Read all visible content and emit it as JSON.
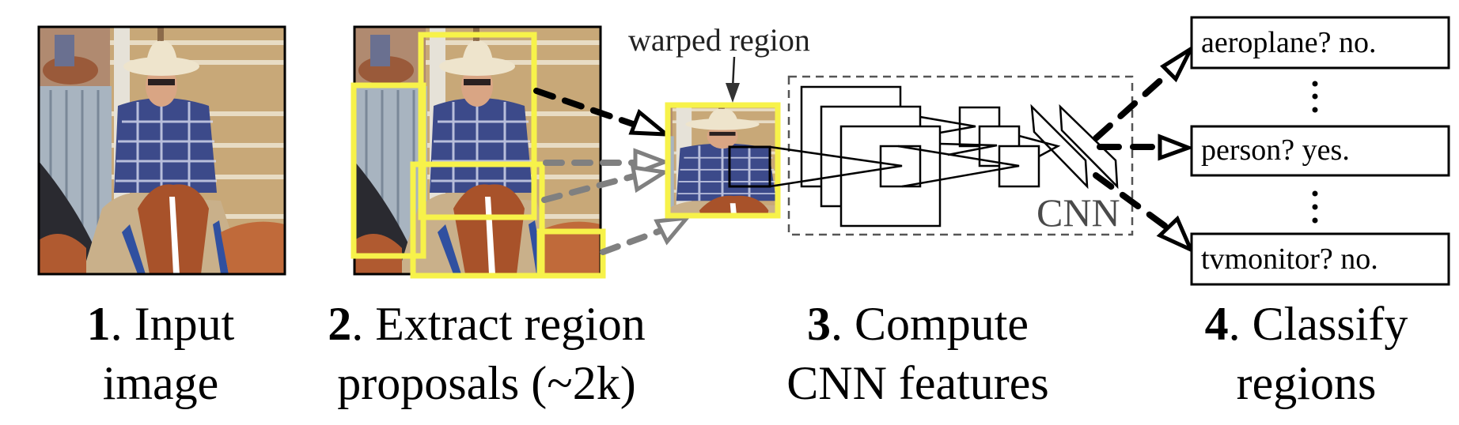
{
  "warped_label": "warped region",
  "cnn_label": "CNN",
  "steps": [
    {
      "num": "1",
      "line1": ". Input",
      "line2": "image"
    },
    {
      "num": "2",
      "line1": ". Extract region",
      "line2": "proposals (~2k)"
    },
    {
      "num": "3",
      "line1": ". Compute",
      "line2": "CNN features"
    },
    {
      "num": "4",
      "line1": ". Classify",
      "line2": "regions"
    }
  ],
  "classes": [
    {
      "label": "aeroplane? no."
    },
    {
      "label": "person? yes."
    },
    {
      "label": "tvmonitor? no."
    }
  ],
  "colors": {
    "proposal_box": "#f7f24a",
    "gray_arrow": "#808080",
    "cnn_box": "#555555"
  }
}
